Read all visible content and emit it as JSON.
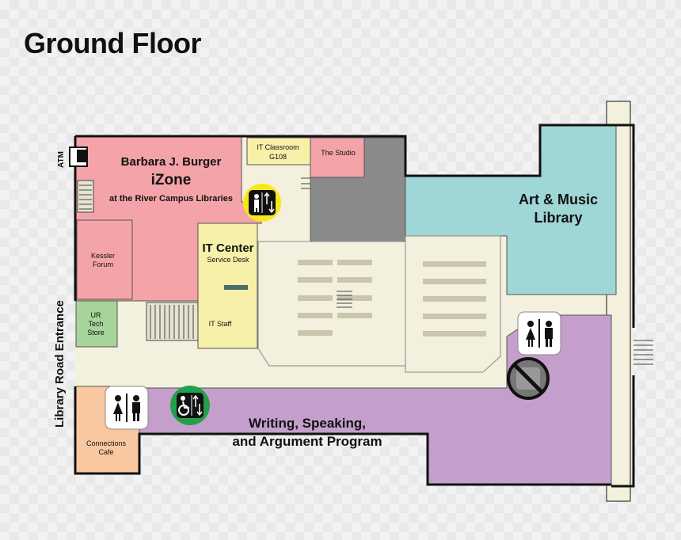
{
  "title": "Ground Floor",
  "labels": {
    "atm": "ATM",
    "entrance": "Library Road Entrance",
    "izone_line1": "Barbara J. Burger",
    "izone_line2": "iZone",
    "izone_line3": "at the River Campus Libraries",
    "it_classroom_1": "IT Classroom",
    "it_classroom_2": "G108",
    "studio": "The Studio",
    "it_center": "IT Center",
    "service_desk": "Service Desk",
    "it_staff": "IT Staff",
    "kessler_1": "Kessler",
    "kessler_2": "Forum",
    "ur_tech_1": "UR",
    "ur_tech_2": "Tech",
    "ur_tech_3": "Store",
    "cafe_1": "Connections",
    "cafe_2": "Cafe",
    "art_1": "Art & Music",
    "art_2": "Library",
    "writing_1": "Writing, Speaking,",
    "writing_2": "and Argument Program"
  },
  "colors": {
    "izone": "#f4a3a8",
    "it_center": "#f7f0a8",
    "studio": "#f4a3a8",
    "ur_tech": "#a6d49a",
    "cafe": "#f9c8a0",
    "art_music": "#9fd6d6",
    "writing": "#c49fcb",
    "stacks": "#f3f1dd",
    "dark_room": "#8a8a8a",
    "elevator_badge": "#f6e81a",
    "accessible_badge": "#22a04b",
    "wall": "#111111"
  },
  "icons": {
    "elevator": "elevator-icon",
    "accessible_elevator": "accessible-elevator-icon",
    "restroom": "restroom-icon",
    "no_elevator": "no-elevator-icon",
    "stairs": "stairs-icon"
  }
}
